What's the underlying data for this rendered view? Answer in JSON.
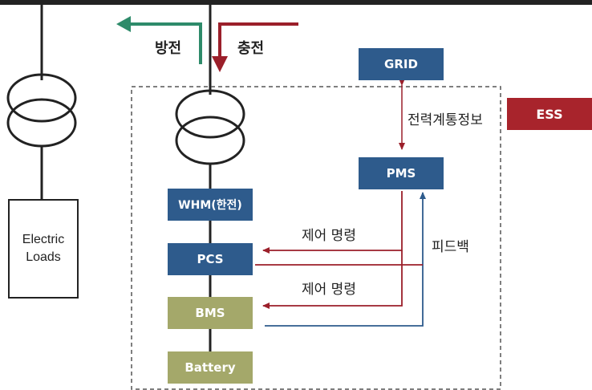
{
  "top": {
    "discharge_label": "방전",
    "charge_label": "충전"
  },
  "loads": {
    "label": "Electric\nLoads"
  },
  "ess": {
    "label": "ESS"
  },
  "grid": {
    "label": "GRID"
  },
  "pms": {
    "label": "PMS"
  },
  "whm": {
    "label": "WHM(한전)"
  },
  "pcs": {
    "label": "PCS"
  },
  "bms": {
    "label": "BMS"
  },
  "battery": {
    "label": "Battery"
  },
  "links": {
    "grid_info": "전력계통정보",
    "control_cmd_1": "제어 명령",
    "control_cmd_2": "제어 명령",
    "feedback": "피드백"
  },
  "colors": {
    "blue": "#2e5b8c",
    "green": "#a4a86a",
    "red": "#a8242c",
    "discharge_arrow": "#2e8b6a",
    "charge_arrow": "#9b1f2a"
  }
}
